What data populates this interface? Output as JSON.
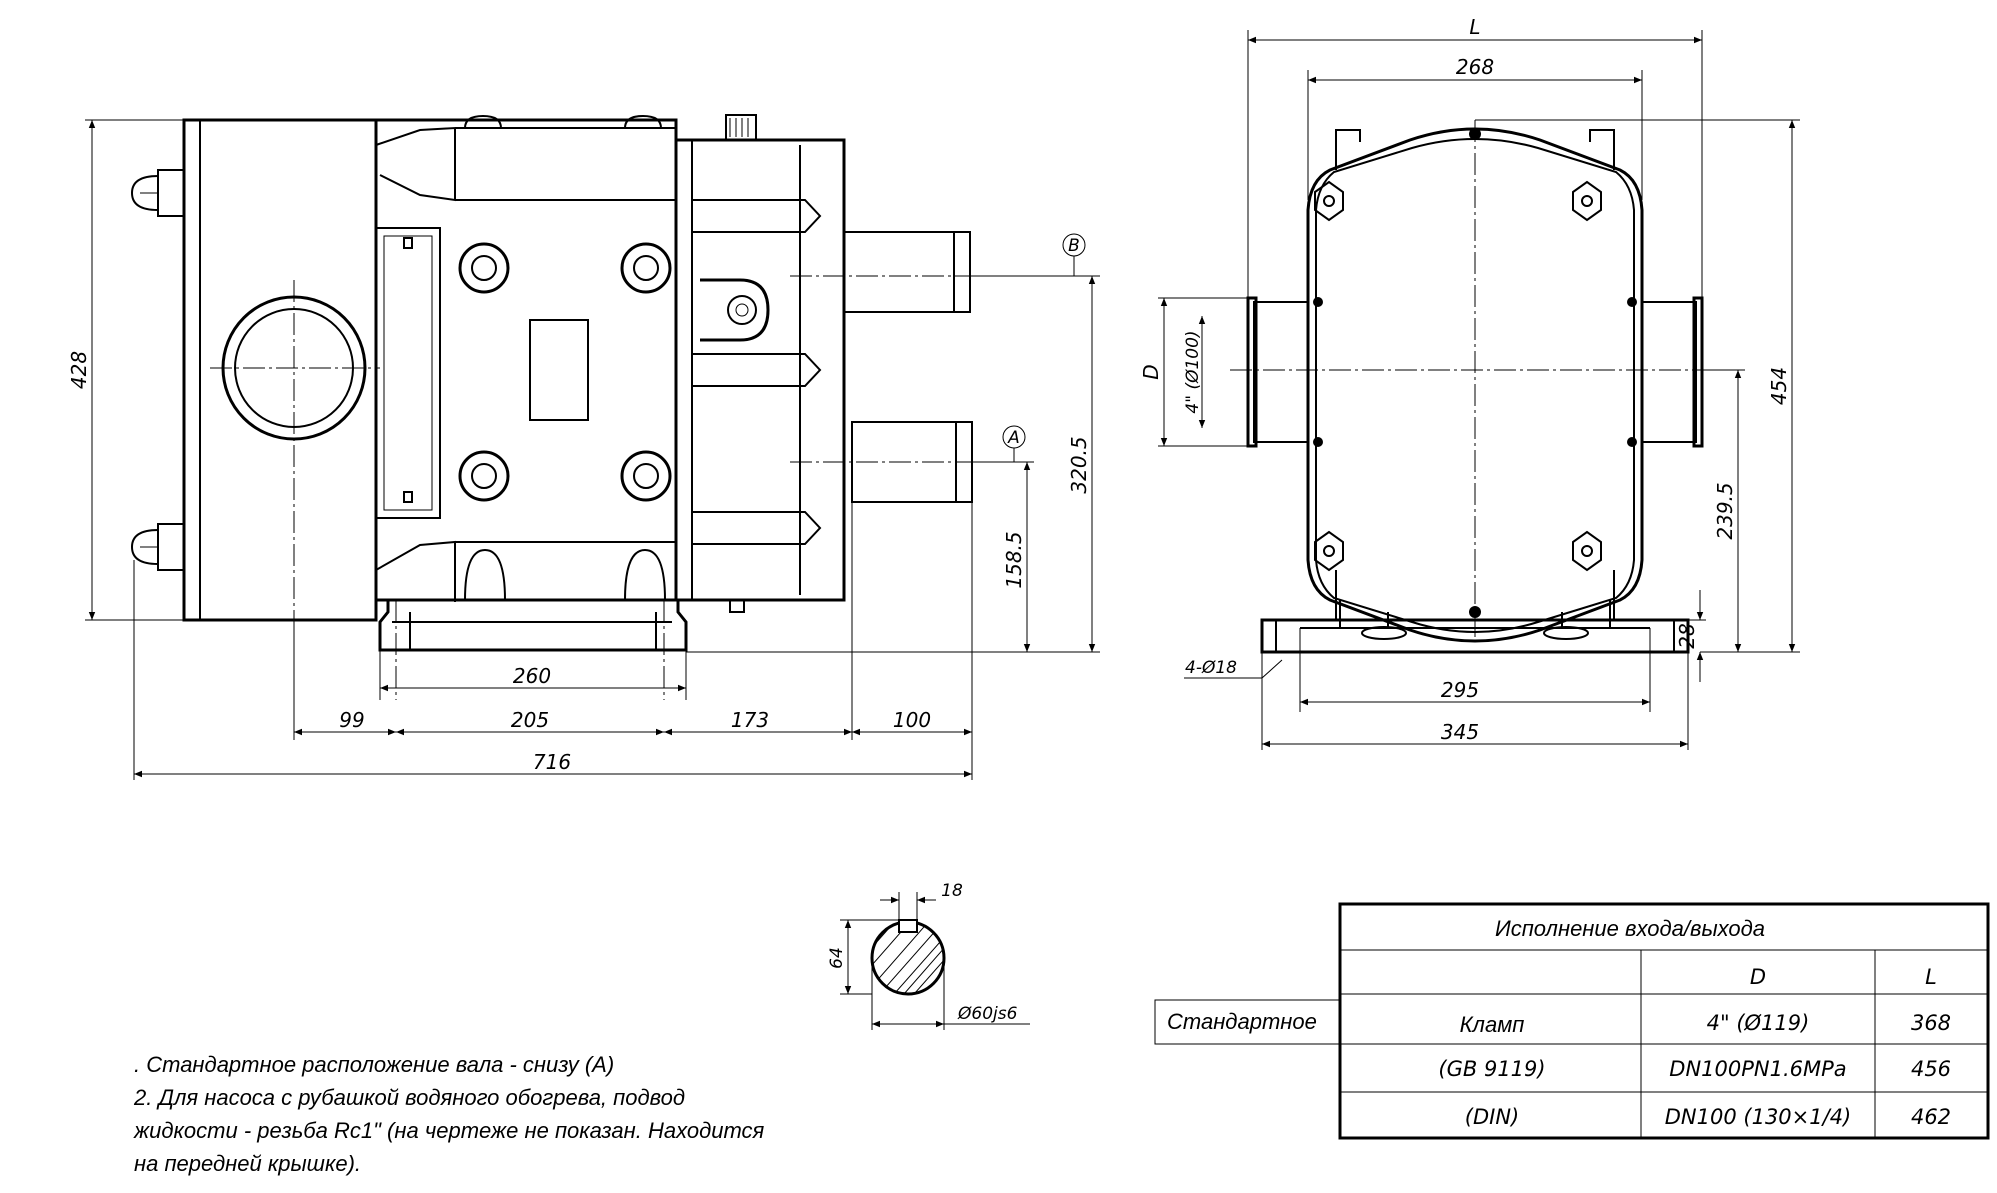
{
  "front_view": {
    "dims": {
      "height_428": "428",
      "shaft_b_height": "320.5",
      "shaft_a_height": "158.5",
      "base_260": "260",
      "d_99": "99",
      "d_205": "205",
      "d_173": "173",
      "d_100": "100",
      "total_716": "716"
    },
    "callouts": {
      "a": "A",
      "b": "B"
    }
  },
  "side_view": {
    "dims": {
      "L": "L",
      "w_268": "268",
      "D": "D",
      "port_dia": "4\" (Ø100)",
      "h_454": "454",
      "h_239_5": "239.5",
      "h_28": "28",
      "holes": "4-Ø18",
      "w_295": "295",
      "w_345": "345"
    }
  },
  "shaft_section": {
    "key_width": "18",
    "height": "64",
    "diameter": "Ø60js6"
  },
  "notes": [
    ". Стандартное расположение вала - снизу (A)",
    "2. Для насоса с рубашкой водяного обогрева, подвод",
    "жидкости - резьба Rc1\" (на чертеже не показан. Находится",
    "на передней крышке)."
  ],
  "table": {
    "title": "Исполнение входа/выхода",
    "header_d": "D",
    "header_l": "L",
    "row_label": "Стандартное",
    "rows": [
      {
        "type": "Кламп",
        "d": "4\" (Ø119)",
        "l": "368"
      },
      {
        "type": "(GB 9119)",
        "d": "DN100PN1.6MPa",
        "l": "456"
      },
      {
        "type": "(DIN)",
        "d": "DN100 (130×1/4)",
        "l": "462"
      }
    ]
  }
}
